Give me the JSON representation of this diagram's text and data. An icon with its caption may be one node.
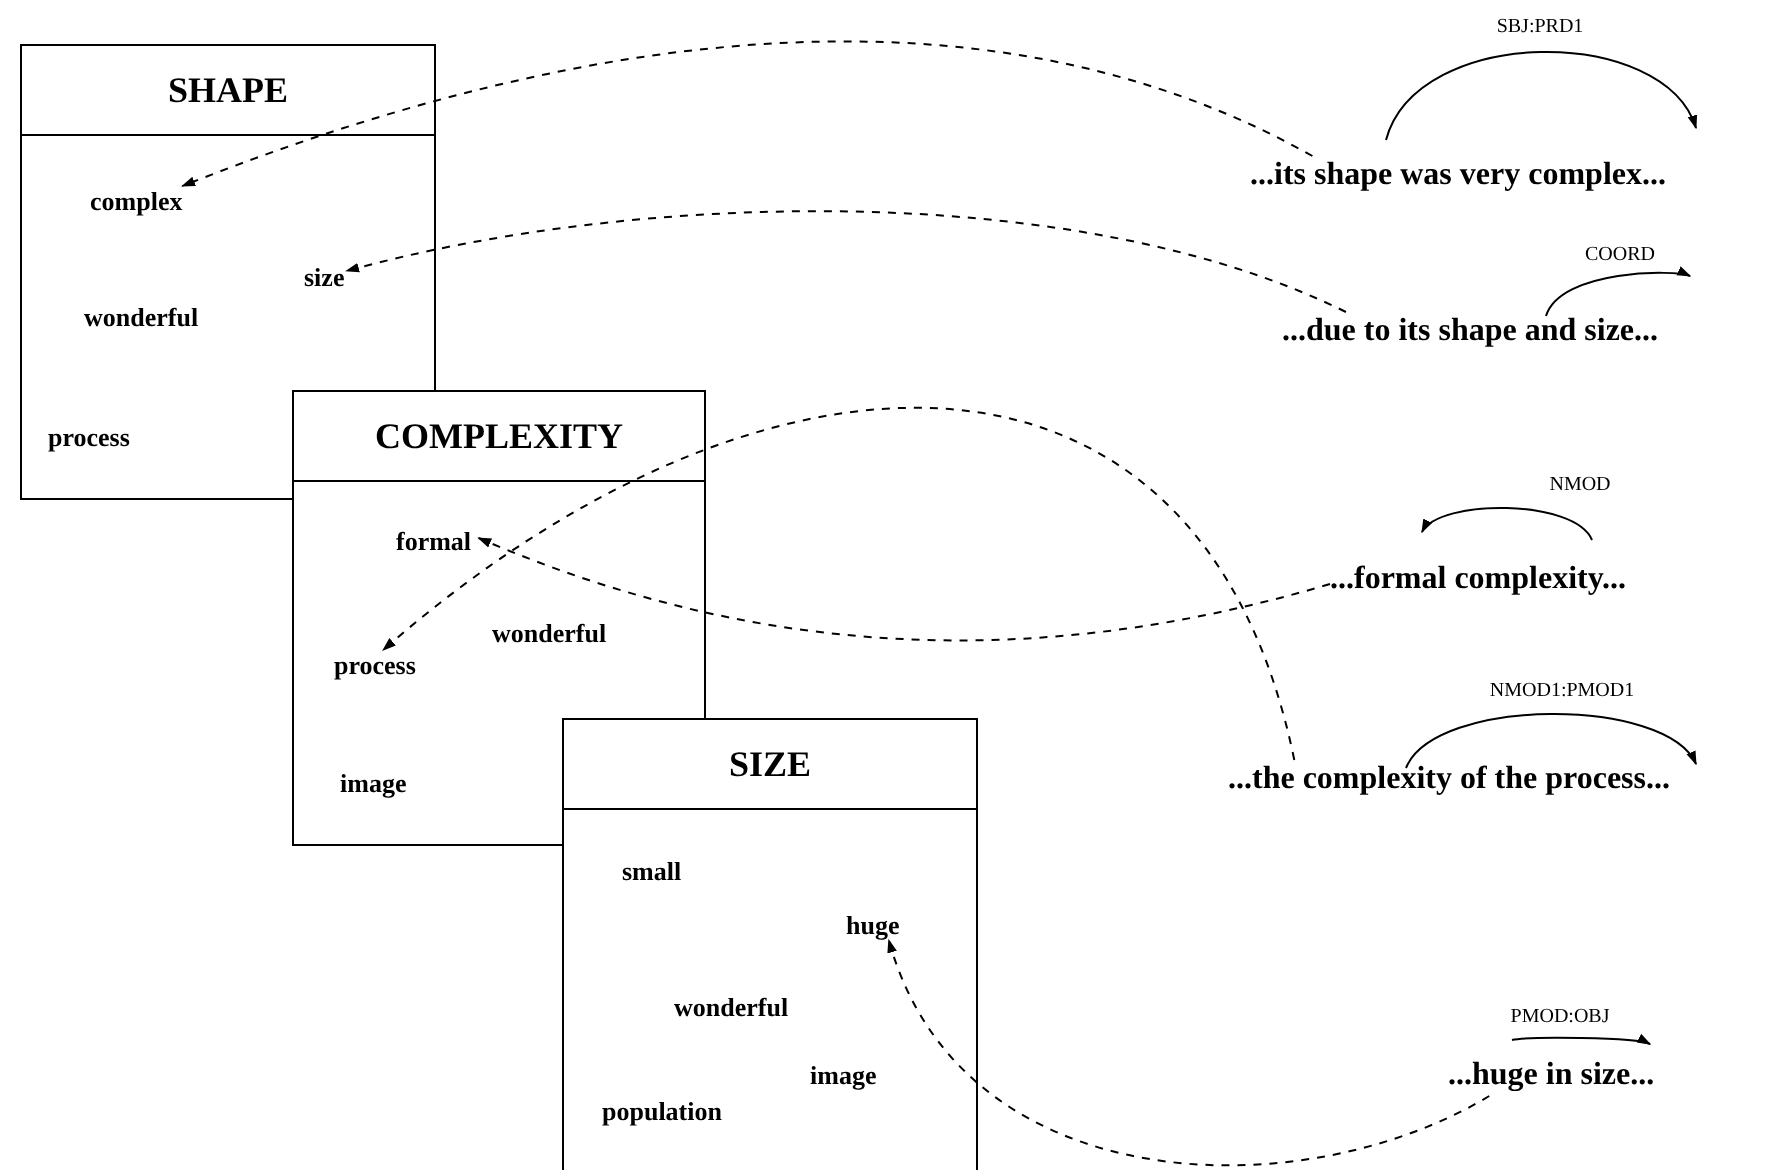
{
  "diagram": {
    "nodes": [
      {
        "text": [
          "SHAPE"
        ]
      },
      {
        "text": [
          "complex"
        ],
        "in": 0
      },
      {
        "text": [
          "size"
        ],
        "in": 0
      },
      {
        "text": [
          "wonderful"
        ],
        "in": 0
      },
      {
        "text": [
          "process"
        ],
        "in": 0
      },
      {
        "text": [
          "COMPLEXITY"
        ]
      },
      {
        "text": [
          "formal"
        ],
        "in": 5
      },
      {
        "text": [
          "wonderful"
        ],
        "in": 5
      },
      {
        "text": [
          "process"
        ],
        "in": 5
      },
      {
        "text": [
          "image"
        ],
        "in": 5
      },
      {
        "text": [
          "SIZE"
        ]
      },
      {
        "text": [
          "small"
        ],
        "in": 10
      },
      {
        "text": [
          "huge"
        ],
        "in": 10
      },
      {
        "text": [
          "wonderful"
        ],
        "in": 10
      },
      {
        "text": [
          "image"
        ],
        "in": 10
      },
      {
        "text": [
          "population"
        ],
        "in": 10
      },
      {
        "text": [
          "...its shape was very complex..."
        ]
      },
      {
        "text": [
          "...due to its shape and size..."
        ]
      },
      {
        "text": [
          "...formal complexity..."
        ]
      },
      {
        "text": [
          "...the complexity of the process..."
        ]
      },
      {
        "text": [
          "...huge in size..."
        ]
      }
    ],
    "edges": [
      {
        "from": 16,
        "to": 1,
        "arrow": "to",
        "style": "dashed"
      },
      {
        "from": 17,
        "to": 2,
        "arrow": "to",
        "style": "dashed"
      },
      {
        "from": 18,
        "to": 6,
        "arrow": "to",
        "style": "dashed"
      },
      {
        "from": 19,
        "to": 8,
        "arrow": "to",
        "style": "dashed"
      },
      {
        "from": 20,
        "to": 12,
        "arrow": "to",
        "style": "dashed"
      }
    ],
    "labels": [
      "SBJ:PRD1",
      "COORD",
      "NMOD",
      "NMOD1:PMOD1",
      "PMOD:OBJ"
    ]
  }
}
